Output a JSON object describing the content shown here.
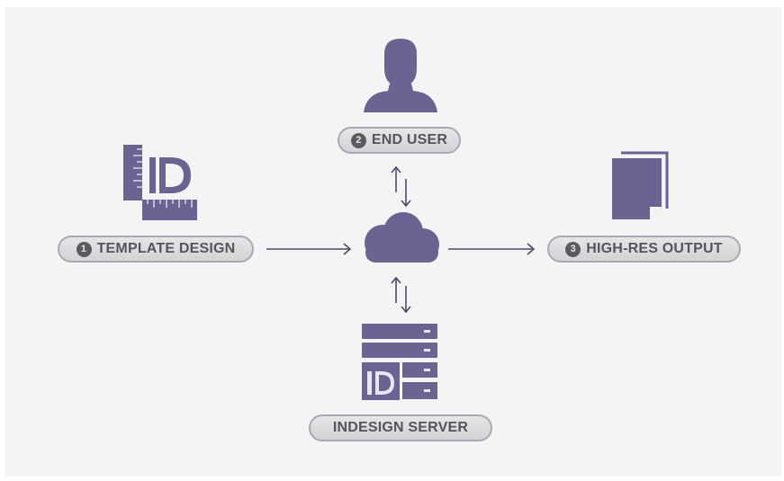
{
  "colors": {
    "icon": "#6b6391",
    "arrow": "#4e4a6a",
    "pill_text": "#55545c",
    "pill_border": "#a9a8b5",
    "background": "#f4f4f5"
  },
  "nodes": {
    "end_user": {
      "number": "2",
      "label": "END USER",
      "icon": "user-icon"
    },
    "template_design": {
      "number": "1",
      "label": "TEMPLATE DESIGN",
      "icon": "indesign-ruler-icon"
    },
    "output": {
      "number": "3",
      "label": "HIGH-RES OUTPUT",
      "icon": "documents-icon"
    },
    "server": {
      "label": "INDESIGN SERVER",
      "icon": "server-icon"
    },
    "hub": {
      "icon": "cloud-icon"
    }
  }
}
